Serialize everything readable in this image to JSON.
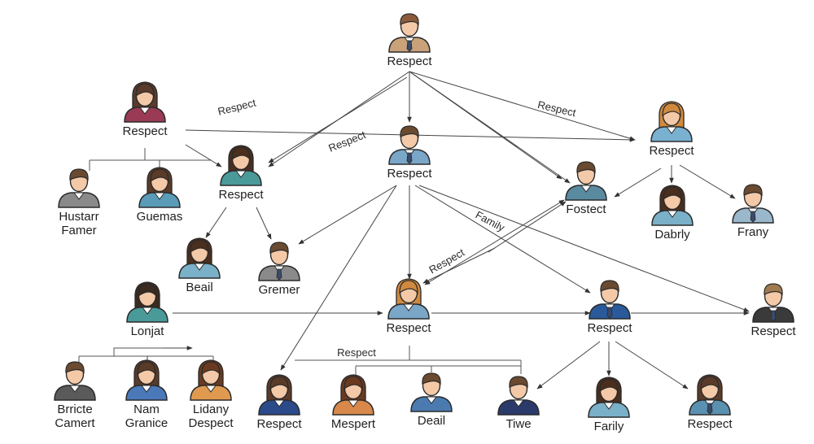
{
  "nodes": [
    {
      "id": "top",
      "lines": [
        "Respect"
      ],
      "gender": "m",
      "hair": "#8a5a3a",
      "shirt": "#c9a27a",
      "tie": true
    },
    {
      "id": "leftWoman",
      "lines": [
        "Respect"
      ],
      "gender": "f",
      "hair": "#5a3a2a",
      "shirt": "#9b3a55",
      "tie": false
    },
    {
      "id": "husFamer",
      "lines": [
        "Hustarr",
        "Famer"
      ],
      "gender": "m",
      "hair": "#6a4a30",
      "shirt": "#8a8a8a",
      "tie": false
    },
    {
      "id": "guemas",
      "lines": [
        "Guemas"
      ],
      "gender": "f",
      "hair": "#5a3a28",
      "shirt": "#5a9bb8",
      "tie": false
    },
    {
      "id": "respMid",
      "lines": [
        "Respect"
      ],
      "gender": "f",
      "hair": "#4a2e1e",
      "shirt": "#4a9a9a",
      "tie": false
    },
    {
      "id": "beail",
      "lines": [
        "Beail"
      ],
      "gender": "f",
      "hair": "#4a2e1e",
      "shirt": "#7ab0c8",
      "tie": false
    },
    {
      "id": "gremer",
      "lines": [
        "Gremer"
      ],
      "gender": "m",
      "hair": "#6a4a30",
      "shirt": "#8a8a8a",
      "tie": true
    },
    {
      "id": "center",
      "lines": [
        "Respect"
      ],
      "gender": "m",
      "hair": "#6a4a30",
      "shirt": "#7aa6c8",
      "tie": true
    },
    {
      "id": "fostect",
      "lines": [
        "Fostect"
      ],
      "gender": "m",
      "hair": "#6a4a30",
      "shirt": "#5a8aa0",
      "tie": false
    },
    {
      "id": "rightWoman",
      "lines": [
        "Respect"
      ],
      "gender": "f",
      "hair": "#d08a40",
      "shirt": "#7ab0d0",
      "tie": false
    },
    {
      "id": "dabrly",
      "lines": [
        "Dabrly"
      ],
      "gender": "f",
      "hair": "#4a2e1e",
      "shirt": "#7ab0c8",
      "tie": false
    },
    {
      "id": "frany",
      "lines": [
        "Frany"
      ],
      "gender": "m",
      "hair": "#6a4a30",
      "shirt": "#9ab8cc",
      "tie": true
    },
    {
      "id": "lonjat",
      "lines": [
        "Lonjat"
      ],
      "gender": "f",
      "hair": "#3a2a20",
      "shirt": "#4a9a9a",
      "tie": false
    },
    {
      "id": "brricte",
      "lines": [
        "Brricte",
        "Camert"
      ],
      "gender": "m",
      "hair": "#6a4a30",
      "shirt": "#5a5a5a",
      "tie": false
    },
    {
      "id": "nam",
      "lines": [
        "Nam",
        "Granice"
      ],
      "gender": "f",
      "hair": "#5a3a28",
      "shirt": "#4a78b8",
      "tie": false
    },
    {
      "id": "lidany",
      "lines": [
        "Lidany",
        "Despect"
      ],
      "gender": "f",
      "hair": "#6a3a20",
      "shirt": "#e09a50",
      "tie": false
    },
    {
      "id": "midWoman",
      "lines": [
        "Respect"
      ],
      "gender": "f",
      "hair": "#d08a40",
      "shirt": "#7aa6c8",
      "tie": false
    },
    {
      "id": "respR",
      "lines": [
        "Respect"
      ],
      "gender": "m",
      "hair": "#6a4a30",
      "shirt": "#2a5a9a",
      "tie": true
    },
    {
      "id": "farRight",
      "lines": [
        "Respect"
      ],
      "gender": "m",
      "hair": "#a07a50",
      "shirt": "#3a3a3a",
      "tie": true
    },
    {
      "id": "b1",
      "lines": [
        "Respect"
      ],
      "gender": "f",
      "hair": "#5a3a28",
      "shirt": "#2a4a8a",
      "tie": false
    },
    {
      "id": "mespert",
      "lines": [
        "Mespert"
      ],
      "gender": "f",
      "hair": "#6a3a20",
      "shirt": "#d8884a",
      "tie": false
    },
    {
      "id": "deail",
      "lines": [
        "Deail"
      ],
      "gender": "m",
      "hair": "#6a4a30",
      "shirt": "#4a7ab0",
      "tie": false
    },
    {
      "id": "tiwe",
      "lines": [
        "Tiwe"
      ],
      "gender": "m",
      "hair": "#6a4a30",
      "shirt": "#2a3a6a",
      "tie": false
    },
    {
      "id": "farily",
      "lines": [
        "Farily"
      ],
      "gender": "f",
      "hair": "#4a2e1e",
      "shirt": "#7ab0c8",
      "tie": false
    },
    {
      "id": "respBR",
      "lines": [
        "Respect"
      ],
      "gender": "f",
      "hair": "#5a3a28",
      "shirt": "#5a90b0",
      "tie": true
    }
  ],
  "edge_labels": [
    {
      "id": "e1",
      "text": "Respect"
    },
    {
      "id": "e2",
      "text": "Respect"
    },
    {
      "id": "e3",
      "text": "Respect"
    },
    {
      "id": "e4",
      "text": "Family"
    },
    {
      "id": "e5",
      "text": "Respect"
    },
    {
      "id": "e6",
      "text": "Respect"
    }
  ]
}
